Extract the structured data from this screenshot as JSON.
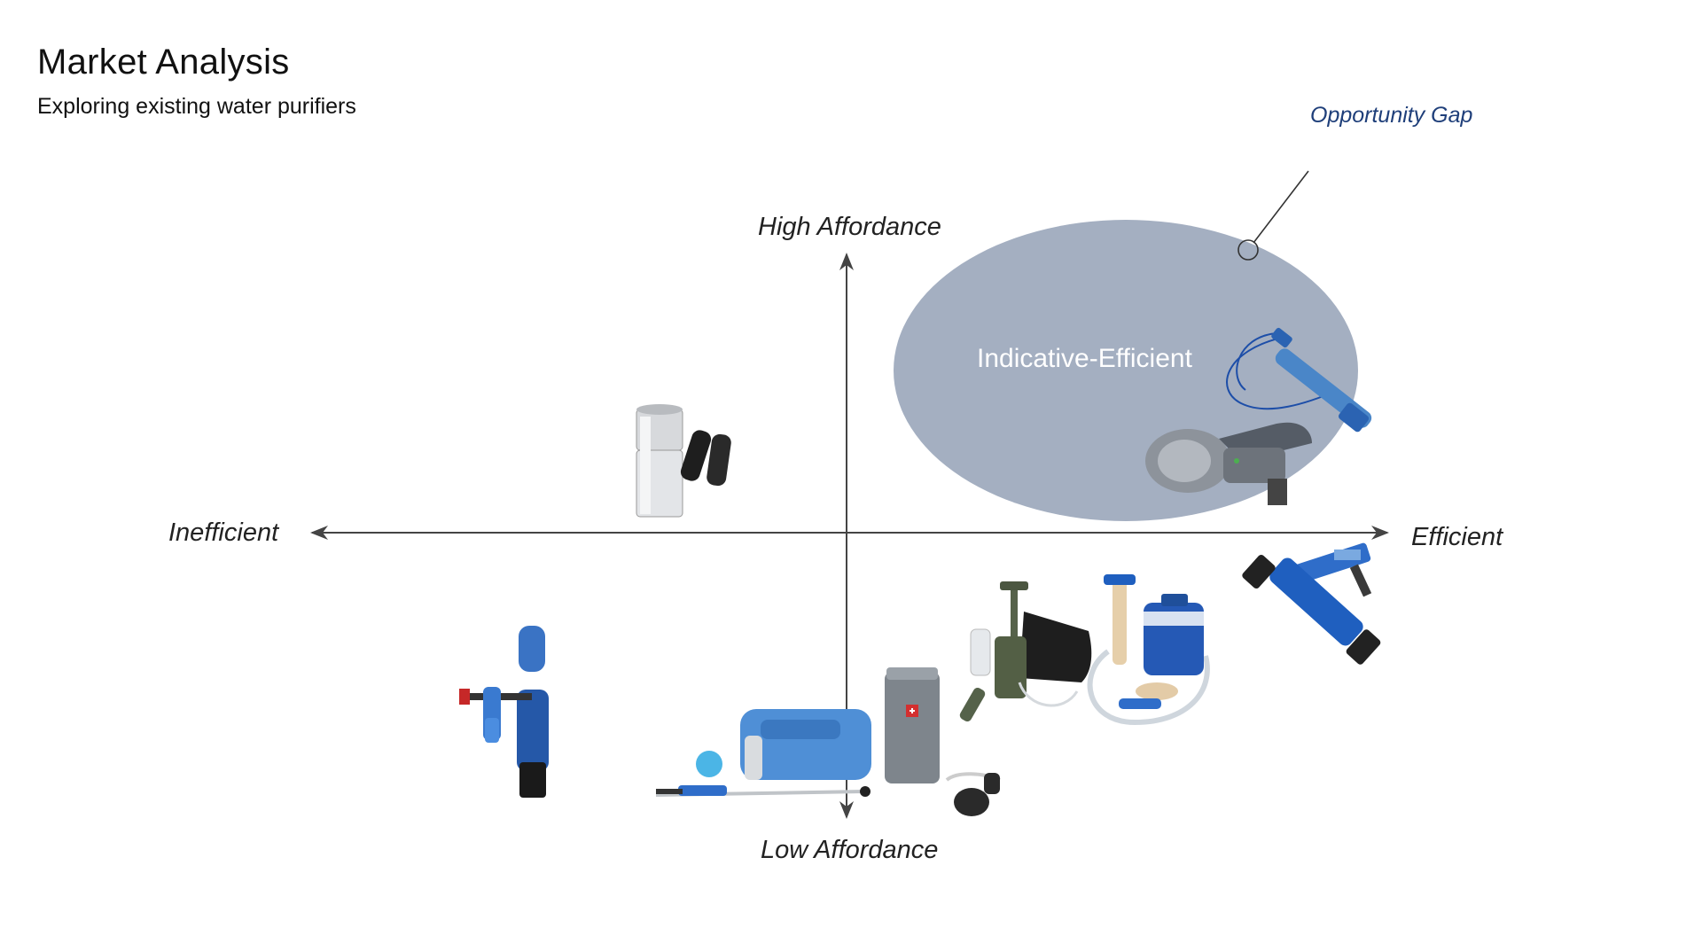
{
  "header": {
    "title": "Market Analysis",
    "subtitle": "Exploring existing water purifiers"
  },
  "axes": {
    "top": "High Affordance",
    "bottom": "Low Affordance",
    "left": "Inefficient",
    "right": "Efficient"
  },
  "opportunity": {
    "callout": "Opportunity Gap",
    "region_label": "Indicative-Efficient"
  },
  "colors": {
    "oval": "#a4afc1",
    "callout_text": "#1f3f7a",
    "axis": "#444444",
    "product_blue": "#3a73c4"
  },
  "products": [
    {
      "icon": "lifestraw-icon"
    },
    {
      "icon": "pur-faucet-filter-icon"
    },
    {
      "icon": "berkey-gravity-filter-icon"
    },
    {
      "icon": "sawyer-mini-filter-icon"
    },
    {
      "icon": "first-need-purifier-icon"
    },
    {
      "icon": "survivor-pump-filter-icon"
    },
    {
      "icon": "katadyn-filter-icon"
    },
    {
      "icon": "water-container-filter-icon"
    },
    {
      "icon": "whole-house-filter-icon"
    }
  ]
}
